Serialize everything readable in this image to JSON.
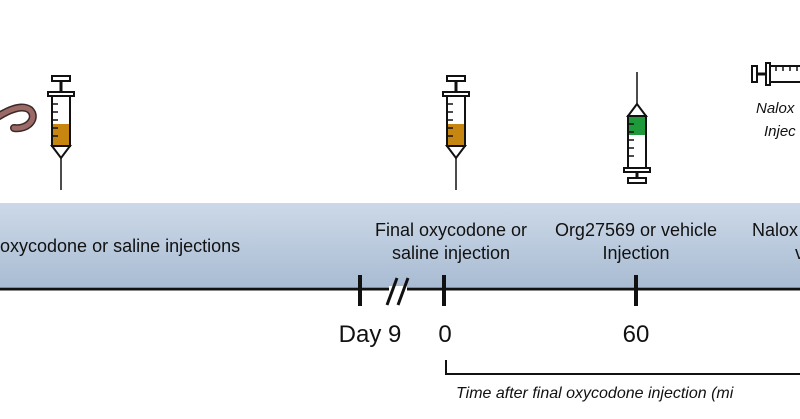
{
  "band": {
    "lines": {
      "injections": "oxycodone  or saline injections",
      "final_1": "Final oxycodone or",
      "final_2": "saline injection",
      "org_1": "Org27569 or vehicle",
      "org_2": "Injection",
      "nalox_band_1": "Nalox",
      "nalox_band_2": "v"
    }
  },
  "syringe_labels": {
    "naloxone_1": "Nalox",
    "naloxone_2": "Injec"
  },
  "ticks": {
    "day9": "Day 9",
    "zero": "0",
    "sixty": "60"
  },
  "bracket_label": "Time after final oxycodone injection (mi",
  "colors": {
    "band_top": "#c9d6e6",
    "band_bottom": "#a9bcd3",
    "oxycodone_fill": "#c6860f",
    "org_fill": "#1f9a3a",
    "line": "#111111",
    "worm": "#9b6a66"
  },
  "icons": {
    "worm": "worm-icon",
    "syringe_oxy_1": "syringe-icon",
    "syringe_oxy_2": "syringe-icon",
    "syringe_org": "syringe-icon",
    "syringe_naloxone": "syringe-icon"
  }
}
